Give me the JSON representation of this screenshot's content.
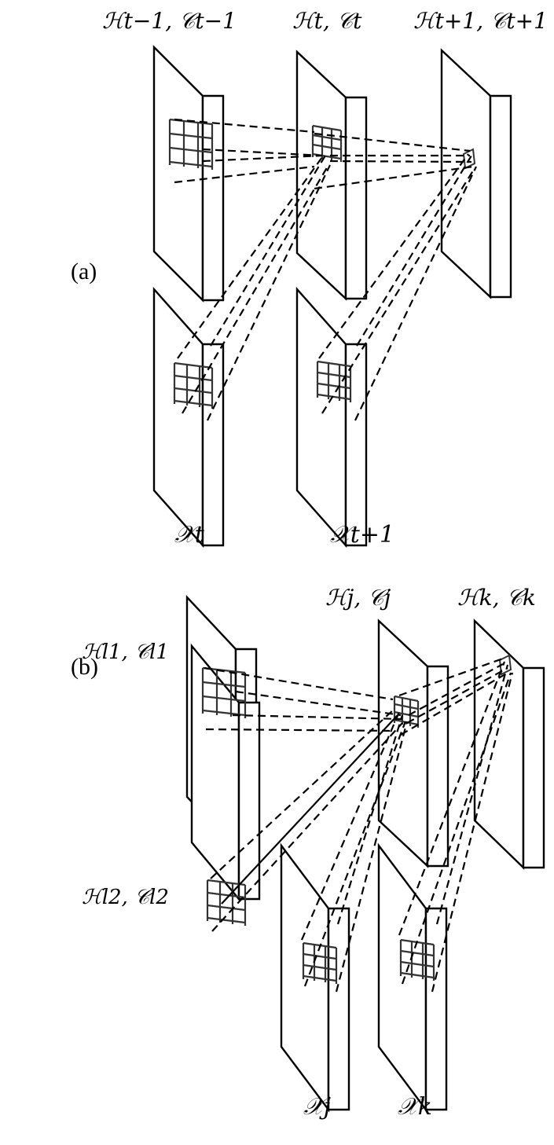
{
  "panel_a": {
    "tag": "(a)",
    "labels": {
      "h_prev": "ℋt−1, 𝒞t−1",
      "h_cur": "ℋt, 𝒞t",
      "h_next": "ℋt+1, 𝒞t+1",
      "x_cur": "𝒳t",
      "x_next": "𝒳t+1"
    }
  },
  "panel_b": {
    "tag": "(b)",
    "labels": {
      "h_j": "ℋj, 𝒞j",
      "h_k": "ℋk, 𝒞k",
      "h_l1": "ℋl1, 𝒞l1",
      "h_l2": "ℋl2, 𝒞l2",
      "x_j": "𝒳j",
      "x_k": "𝒳k"
    }
  }
}
